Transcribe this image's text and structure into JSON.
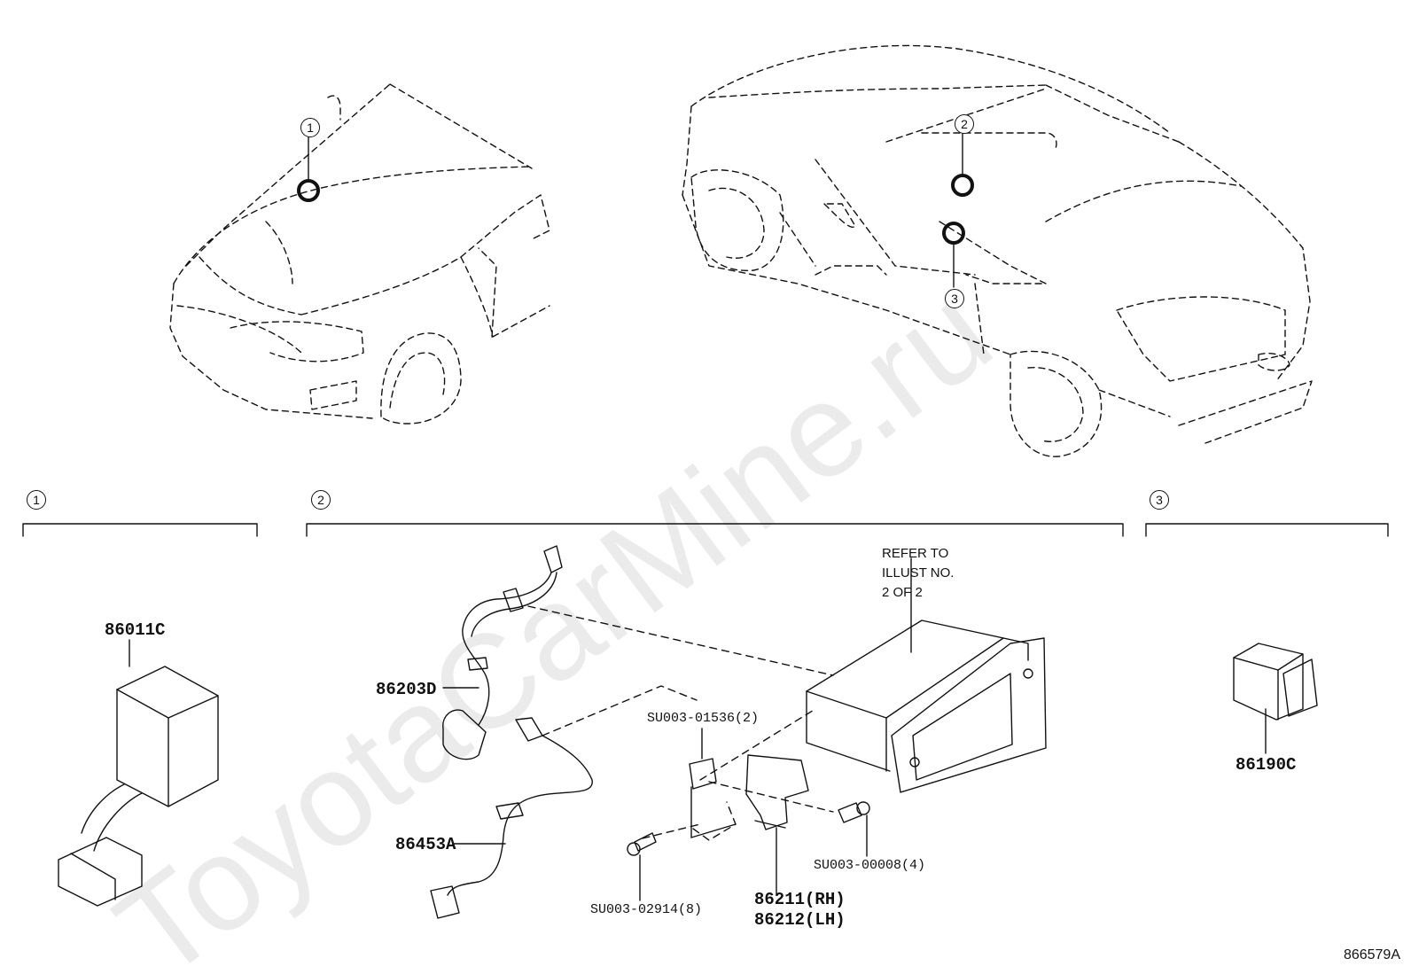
{
  "watermark": "ToyotaCarMine.ru",
  "callouts": {
    "c1": "1",
    "c2": "2",
    "c3": "3"
  },
  "sections": {
    "s1": "1",
    "s2": "2",
    "s3": "3"
  },
  "parts": {
    "p86011C": "86011C",
    "p86203D": "86203D",
    "p86453A": "86453A",
    "pSU01536": "SU003-01536(2)",
    "pSU02914": "SU003-02914(8)",
    "pSU00008": "SU003-00008(4)",
    "p86211": "86211(RH)",
    "p86212": "86212(LH)",
    "p86190C": "86190C"
  },
  "note": {
    "line1": "REFER TO",
    "line2": "ILLUST NO.",
    "line3": "2 OF 2"
  },
  "illustration_number": "866579A"
}
